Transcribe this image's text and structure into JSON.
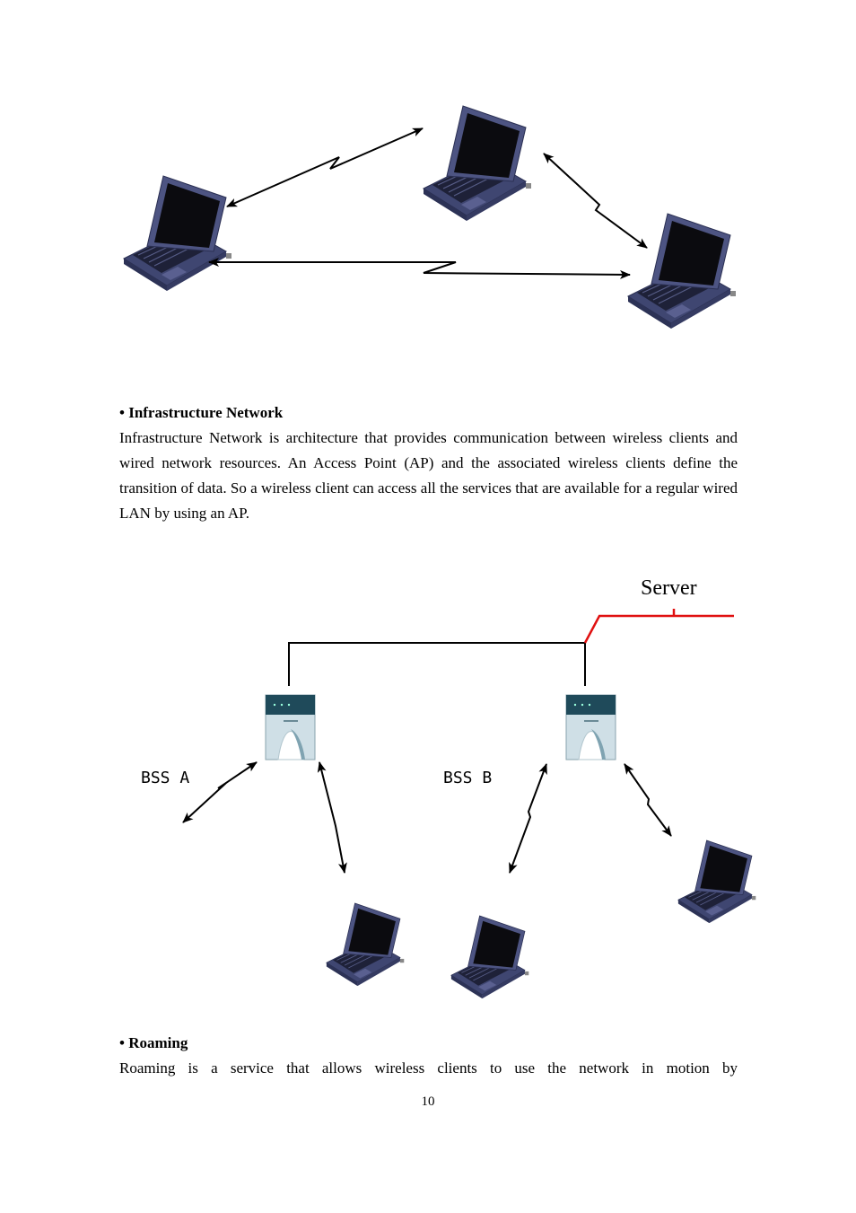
{
  "section_infrastructure": {
    "heading": "• Infrastructure Network",
    "paragraph": "Infrastructure Network is architecture that provides communication between wireless clients and wired network resources. An Access Point (AP) and the associated wireless clients define the transition of data. So a wireless client can access all the services that are available for a regular wired LAN by using an AP."
  },
  "figure_infrastructure": {
    "server_label": "Server",
    "bss_a_label": "BSS A",
    "bss_b_label": "BSS B"
  },
  "section_roaming": {
    "heading": "• Roaming",
    "paragraph": "Roaming is a service that allows wireless clients to use the network in motion by"
  },
  "page_number": "10",
  "colors": {
    "server_line": "#e01010",
    "laptop_body": "#4a5180",
    "laptop_screen": "#0a0a0a",
    "ap_face": "#d9e7ec"
  },
  "icons": [
    "laptop-icon",
    "access-point-icon",
    "double-arrow-icon"
  ]
}
